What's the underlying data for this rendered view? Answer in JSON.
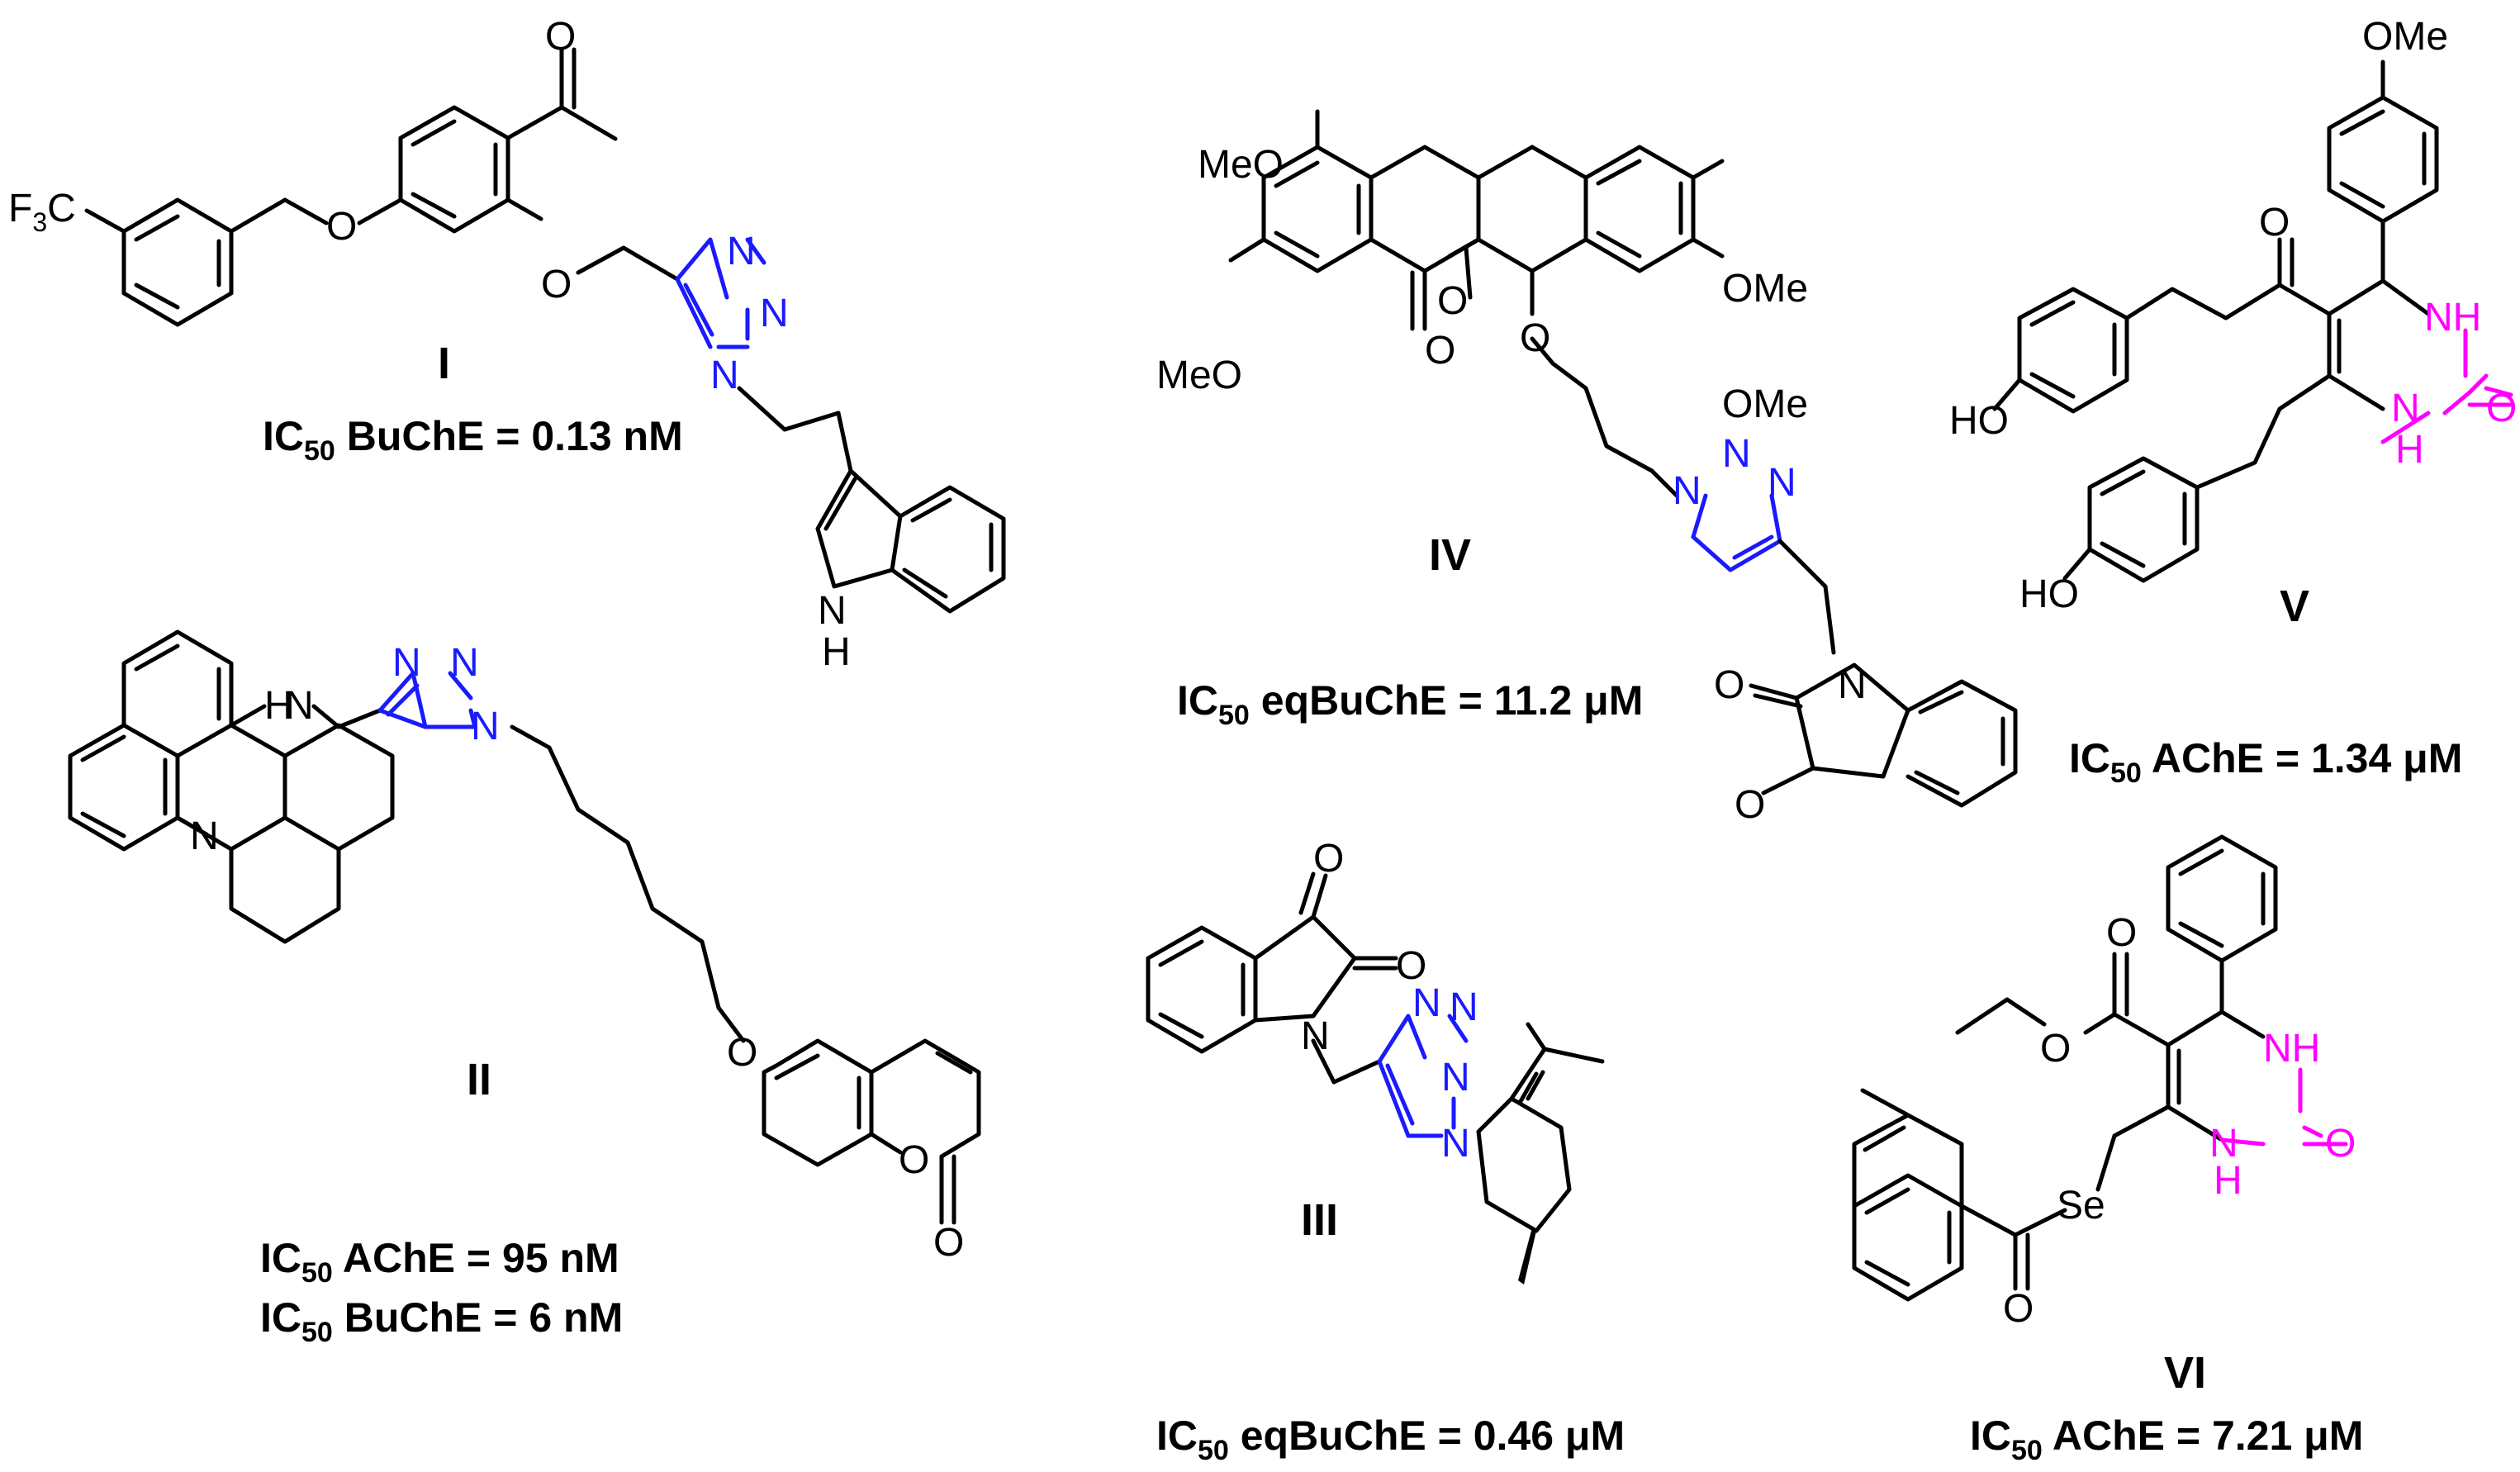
{
  "compounds": [
    {
      "id": "I",
      "label": "I",
      "activity": [
        {
          "prefix": "IC",
          "sub": "50",
          "text": " BuChE = 0.13 nM"
        }
      ]
    },
    {
      "id": "II",
      "label": "II",
      "activity": [
        {
          "prefix": "IC",
          "sub": "50",
          "text": " AChE = 95 nM"
        },
        {
          "prefix": "IC",
          "sub": "50",
          "text": " BuChE = 6 nM"
        }
      ]
    },
    {
      "id": "III",
      "label": "III",
      "activity": [
        {
          "prefix": "IC",
          "sub": "50",
          "text": " eqBuChE = 0.46 μM"
        }
      ]
    },
    {
      "id": "IV",
      "label": "IV",
      "activity": [
        {
          "prefix": "IC",
          "sub": "50",
          "text": " eqBuChE = 11.2 μM"
        }
      ]
    },
    {
      "id": "V",
      "label": "V",
      "activity": [
        {
          "prefix": "IC",
          "sub": "50",
          "text": " AChE = 1.34 μM"
        }
      ]
    },
    {
      "id": "VI",
      "label": "VI",
      "activity": [
        {
          "prefix": "IC",
          "sub": "50",
          "text": " AChE = 7.21 μM"
        }
      ]
    }
  ],
  "atoms": {
    "O": "O",
    "N": "N",
    "H": "H",
    "NH": "NH",
    "OMe": "OMe",
    "MeO": "MeO",
    "HO": "HO",
    "Se": "Se",
    "F3C": "F",
    "F3C_sub": "3",
    "F3C_C": "C"
  },
  "colors": {
    "triazole": "#1a1aff",
    "pyrimidinone": "#ff00ff",
    "ink": "#000000"
  }
}
